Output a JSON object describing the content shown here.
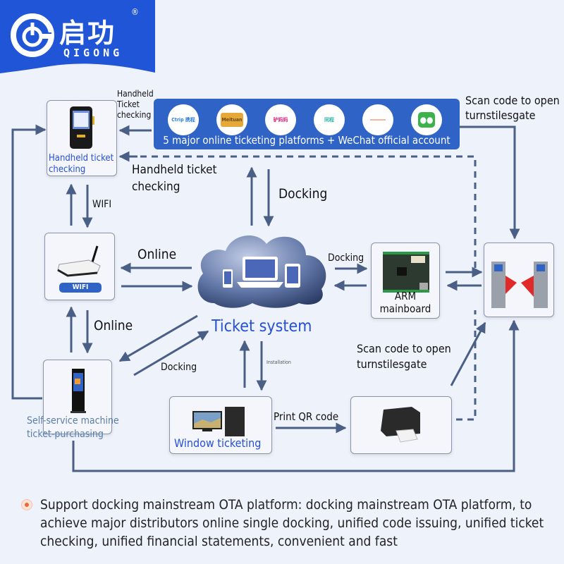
{
  "brand": {
    "name_cn": "启功",
    "name_en": "QIGONG",
    "registered_mark": "®",
    "color": "#1f55d6"
  },
  "platforms": {
    "caption": "5 major online ticketing platforms + WeChat official account",
    "logos": [
      {
        "name": "ctrip",
        "label": "Ctrip 携程",
        "color": "#2f7fd8"
      },
      {
        "name": "meituan",
        "label": "Meituan",
        "color": "#e7a83a"
      },
      {
        "name": "lvmama",
        "label": "驴妈妈",
        "color": "#d4267a"
      },
      {
        "name": "tongcheng",
        "label": "同程",
        "color": "#2ab3a6"
      },
      {
        "name": "fliggy",
        "label": "",
        "color": "#f3b4a0"
      },
      {
        "name": "wechat",
        "label": "WeChat",
        "color": "#3bb34a"
      }
    ]
  },
  "nodes": {
    "handheld": {
      "label": "Handheld ticket checking"
    },
    "wifi": {
      "label": "WIFI"
    },
    "cloud": {
      "label": "Ticket system"
    },
    "arm": {
      "label": "ARM mainboard"
    },
    "turnstile": {
      "label": ""
    },
    "self_service": {
      "label": "Self-service machine ticket-purchasing"
    },
    "window": {
      "label": "Window ticketing"
    },
    "printer": {
      "label": ""
    }
  },
  "edge_labels": {
    "handheld_checking_small": "Handheld Ticket checking",
    "handheld_checking_large": "Handheld ticket checking",
    "docking_top": "Docking",
    "wifi": "WIFI",
    "online_h": "Online",
    "online_v": "Online",
    "docking_arm": "Docking",
    "docking_self": "Docking",
    "installation": "Installation",
    "print_qr": "Print QR code",
    "scan_top": "Scan code to open turnstilesgate",
    "scan_mid": "Scan code to open turnstilesgate"
  },
  "footer": {
    "text": "Support docking mainstream OTA platform: docking mainstream OTA platform, to achieve major distributors online single docking, unified code issuing, unified ticket checking, unified financial statements, convenient and fast"
  }
}
